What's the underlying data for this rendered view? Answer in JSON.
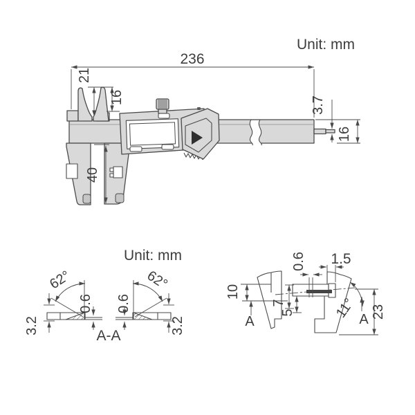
{
  "unit_label_top": "Unit: mm",
  "unit_label_bottom": "Unit: mm",
  "top_view": {
    "overall_length": "236",
    "upper_jaw_left_depth": "21",
    "upper_jaw_right_depth": "16",
    "depth_rod_thickness": "3.7",
    "beam_height": "16",
    "lower_jaw_depth": "40"
  },
  "section_aa": {
    "label": "A-A",
    "angle_left": "62°",
    "angle_right": "62°",
    "edge_thickness_left": "0.6",
    "edge_thickness_right": "0.6",
    "blade_thickness_left": "3.2",
    "blade_thickness_right": "3.2"
  },
  "detail_view": {
    "section_marker_left": "A",
    "section_marker_right": "A",
    "jaw_width": "10",
    "upper_offset": "7",
    "lower_offset": "5",
    "slot_width": "0.6",
    "tip_width": "1.5",
    "edge_angle": "11°",
    "jaw_height": "23"
  }
}
